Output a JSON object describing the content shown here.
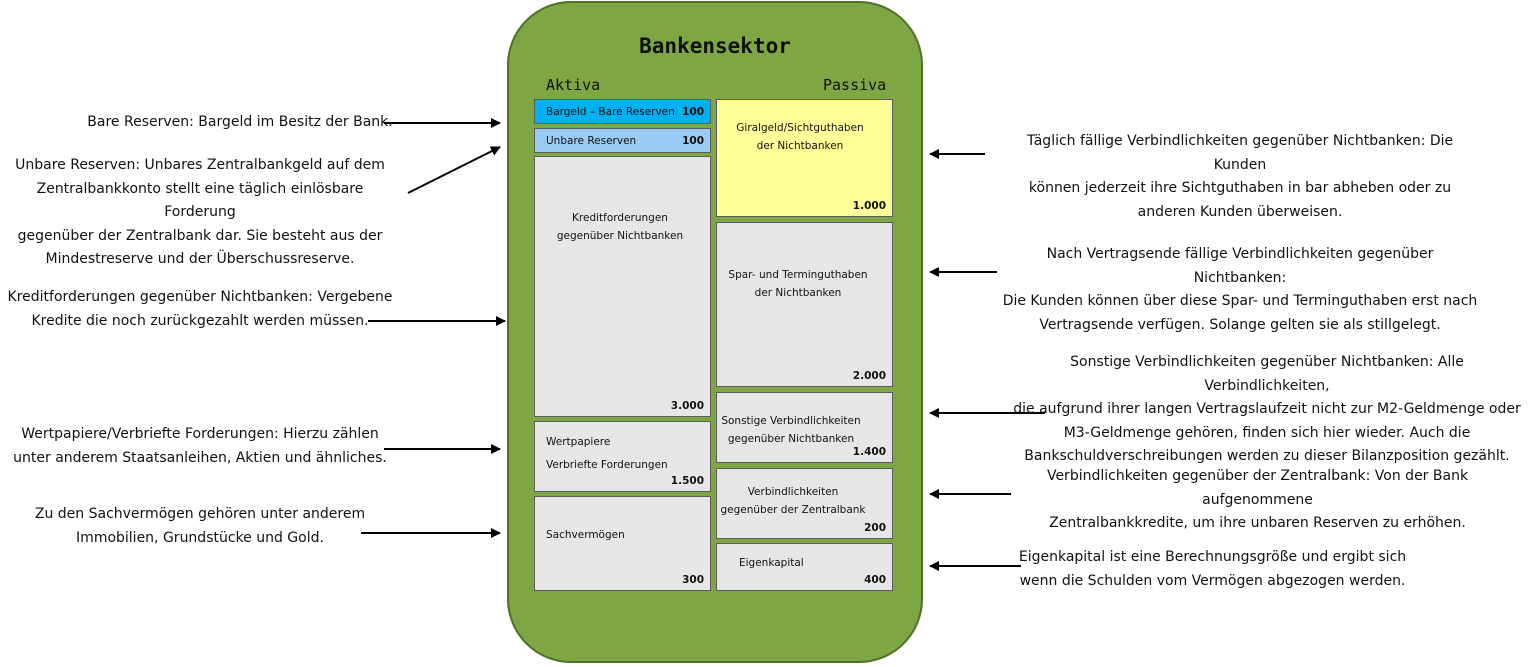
{
  "diagram": {
    "title": "Bankensektor",
    "assets_header": "Aktiva",
    "liabilities_header": "Passiva",
    "assets": [
      {
        "id": "bare",
        "label_lines": [
          "Bargeld – Bare Reserven"
        ],
        "value": "100",
        "color": "#00b0f0"
      },
      {
        "id": "unbare",
        "label_lines": [
          "Unbare Reserven"
        ],
        "value": "100",
        "color": "#99ccf4"
      },
      {
        "id": "kredit",
        "label_lines": [
          "Kreditforderungen",
          "gegenüber Nichtbanken"
        ],
        "value": "3.000",
        "color": "#e6e6e6"
      },
      {
        "id": "wertpapiere",
        "label_lines": [
          "Wertpapiere",
          "Verbriefte Forderungen"
        ],
        "value": "1.500",
        "color": "#e6e6e6"
      },
      {
        "id": "sach",
        "label_lines": [
          "Sachvermögen"
        ],
        "value": "300",
        "color": "#e6e6e6"
      }
    ],
    "liabilities": [
      {
        "id": "giral",
        "label_lines": [
          "Giralgeld/Sichtguthaben",
          "der Nichtbanken"
        ],
        "value": "1.000",
        "color": "#ffff99"
      },
      {
        "id": "spar",
        "label_lines": [
          "Spar- und Terminguthaben",
          "der Nichtbanken"
        ],
        "value": "2.000",
        "color": "#e6e6e6"
      },
      {
        "id": "sonstige",
        "label_lines": [
          "Sonstige Verbindlichkeiten",
          "gegenüber Nichtbanken"
        ],
        "value": "1.400",
        "color": "#e6e6e6"
      },
      {
        "id": "zentralbank",
        "label_lines": [
          "Verbindlichkeiten",
          "gegenüber der Zentralbank"
        ],
        "value": "200",
        "color": "#e6e6e6"
      },
      {
        "id": "eigenkapital",
        "label_lines": [
          "Eigenkapital"
        ],
        "value": "400",
        "color": "#e6e6e6"
      }
    ]
  },
  "notes_left": [
    {
      "id": "bare",
      "lines": [
        "Bare Reserven: Bargeld im Besitz der Bank."
      ]
    },
    {
      "id": "unbare",
      "lines": [
        "Unbare Reserven: Unbares Zentralbankgeld auf dem",
        "Zentralbankkonto stellt eine täglich einlösbare Forderung",
        "gegenüber der Zentralbank dar. Sie besteht aus der",
        "Mindestreserve und der Überschussreserve."
      ]
    },
    {
      "id": "kredit",
      "lines": [
        "Kreditforderungen gegenüber Nichtbanken: Vergebene",
        "Kredite die noch zurückgezahlt werden müssen."
      ]
    },
    {
      "id": "wertpapiere",
      "lines": [
        "Wertpapiere/Verbriefte Forderungen: Hierzu zählen",
        "unter anderem Staatsanleihen, Aktien und ähnliches."
      ]
    },
    {
      "id": "sach",
      "lines": [
        "Zu den Sachvermögen gehören unter anderem",
        "Immobilien, Grundstücke und Gold."
      ]
    }
  ],
  "notes_right": [
    {
      "id": "giral",
      "lines": [
        "Täglich fällige Verbindlichkeiten gegenüber Nichtbanken: Die Kunden",
        "können jederzeit ihre Sichtguthaben in bar abheben oder zu",
        "anderen Kunden überweisen."
      ]
    },
    {
      "id": "spar",
      "lines": [
        "Nach Vertragsende fällige Verbindlichkeiten gegenüber Nichtbanken:",
        "Die Kunden können über diese Spar- und Terminguthaben erst nach",
        "Vertragsende verfügen. Solange gelten sie als stillgelegt."
      ]
    },
    {
      "id": "sonstige",
      "lines": [
        "Sonstige Verbindlichkeiten gegenüber Nichtbanken: Alle Verbindlichkeiten,",
        "die aufgrund ihrer langen Vertragslaufzeit nicht zur M2-Geldmenge oder",
        "M3-Geldmenge gehören, finden sich hier wieder. Auch die",
        "Bankschuldverschreibungen werden zu dieser Bilanzposition gezählt."
      ]
    },
    {
      "id": "zentralbank",
      "lines": [
        "Verbindlichkeiten gegenüber der Zentralbank: Von der Bank aufgenommene",
        "Zentralbankkredite, um ihre unbaren Reserven zu erhöhen."
      ]
    },
    {
      "id": "eigenkapital",
      "lines": [
        "Eigenkapital ist eine Berechnungsgröße und ergibt sich",
        "wenn die Schulden vom Vermögen abgezogen werden."
      ]
    }
  ]
}
